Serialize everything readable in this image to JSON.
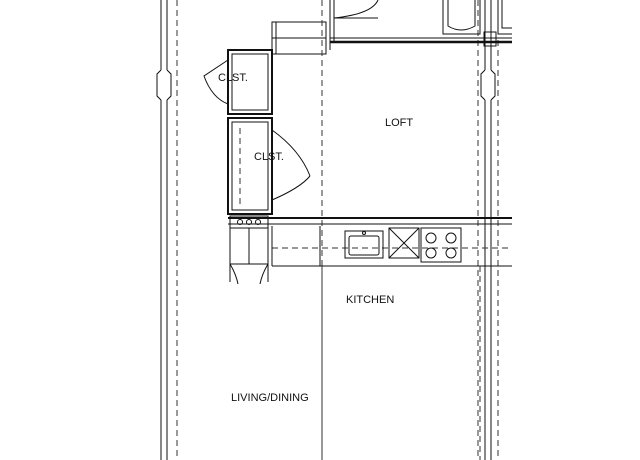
{
  "rooms": {
    "loft": "LOFT",
    "closet_upper": "CLST.",
    "closet_lower": "CLST.",
    "kitchen": "KITCHEN",
    "living_dining": "LIVING/DINING"
  }
}
